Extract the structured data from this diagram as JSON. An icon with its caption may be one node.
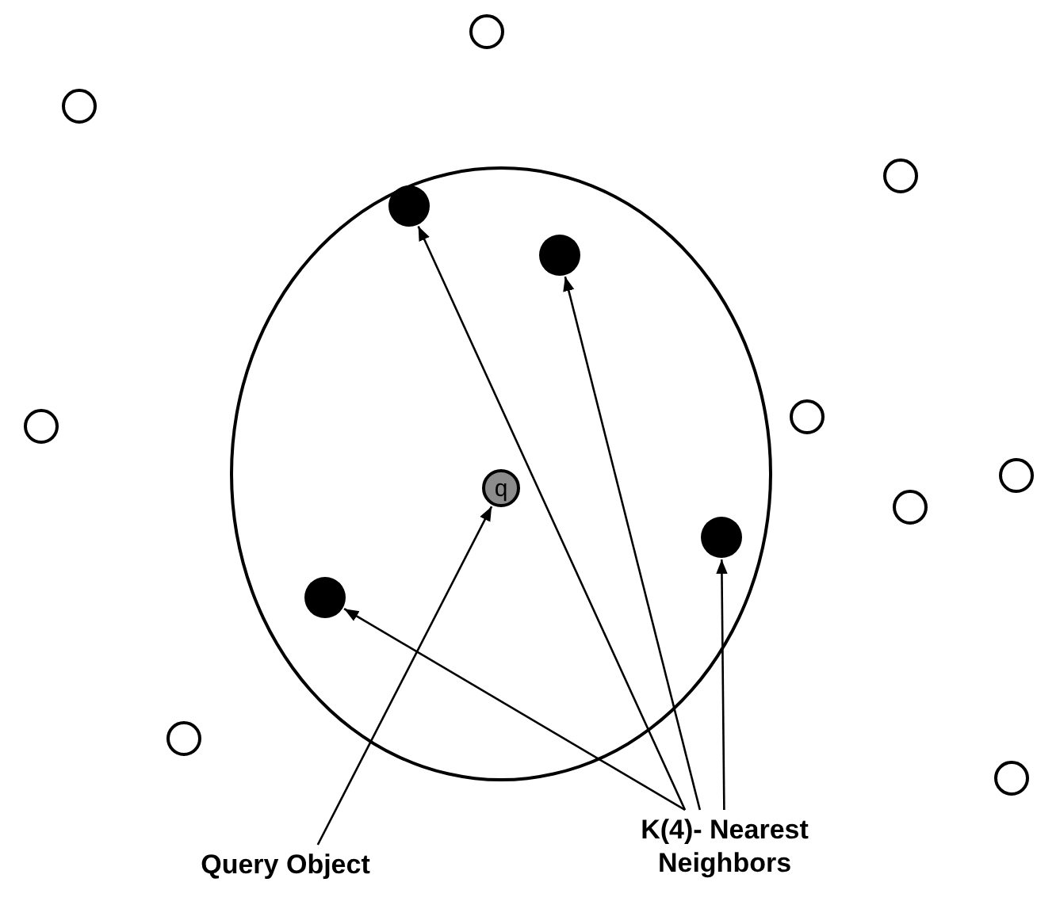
{
  "diagram": {
    "nodes": [
      {
        "text": [],
        "shape": "ellipse"
      },
      {
        "text": [],
        "shape": "dot",
        "in": 0
      },
      {
        "text": [],
        "shape": "dot",
        "in": 0
      },
      {
        "text": [],
        "shape": "dot",
        "in": 0
      },
      {
        "text": [],
        "shape": "dot",
        "in": 0
      },
      {
        "text": [
          "q"
        ],
        "in": 0
      },
      {
        "text": [],
        "shape": "circle"
      },
      {
        "text": [],
        "shape": "circle"
      },
      {
        "text": [],
        "shape": "circle"
      },
      {
        "text": [],
        "shape": "circle"
      },
      {
        "text": [],
        "shape": "circle"
      },
      {
        "text": [],
        "shape": "circle"
      },
      {
        "text": [],
        "shape": "circle"
      },
      {
        "text": [],
        "shape": "circle"
      },
      {
        "text": [],
        "shape": "circle"
      },
      {
        "text": [
          "Query Object"
        ]
      },
      {
        "text": [
          "K(4)- Nearest Neighbors"
        ]
      }
    ],
    "edges": [
      {
        "from": 15,
        "to": 5,
        "arrow": "to"
      },
      {
        "from": 16,
        "to": 1,
        "arrow": "to"
      },
      {
        "from": 16,
        "to": 2,
        "arrow": "to"
      },
      {
        "from": 16,
        "to": 3,
        "arrow": "to"
      },
      {
        "from": 16,
        "to": 4,
        "arrow": "to"
      }
    ]
  }
}
